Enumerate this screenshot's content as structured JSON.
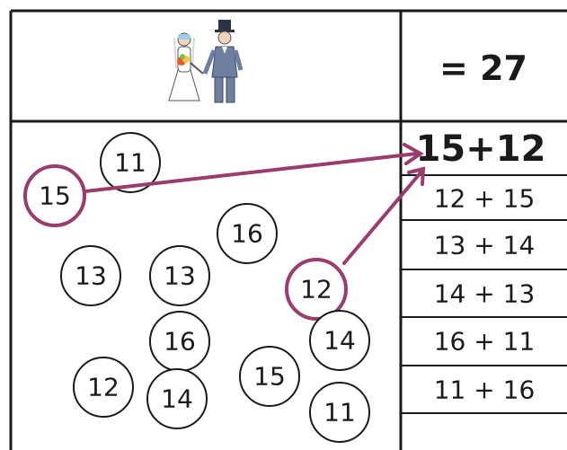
{
  "picture_icon": "bride-and-groom",
  "result": "= 27",
  "answer": "15+12",
  "options": [
    "12 + 15",
    "13 + 14",
    "14 + 13",
    "16 + 11",
    "11 + 16"
  ],
  "circle_numbers": [
    "11",
    "15",
    "16",
    "13",
    "13",
    "12",
    "16",
    "14",
    "15",
    "12",
    "14",
    "11"
  ],
  "highlighted": [
    "15",
    "12"
  ],
  "colors": {
    "highlight": "#9b3b6e",
    "line": "#1a1a1a"
  }
}
